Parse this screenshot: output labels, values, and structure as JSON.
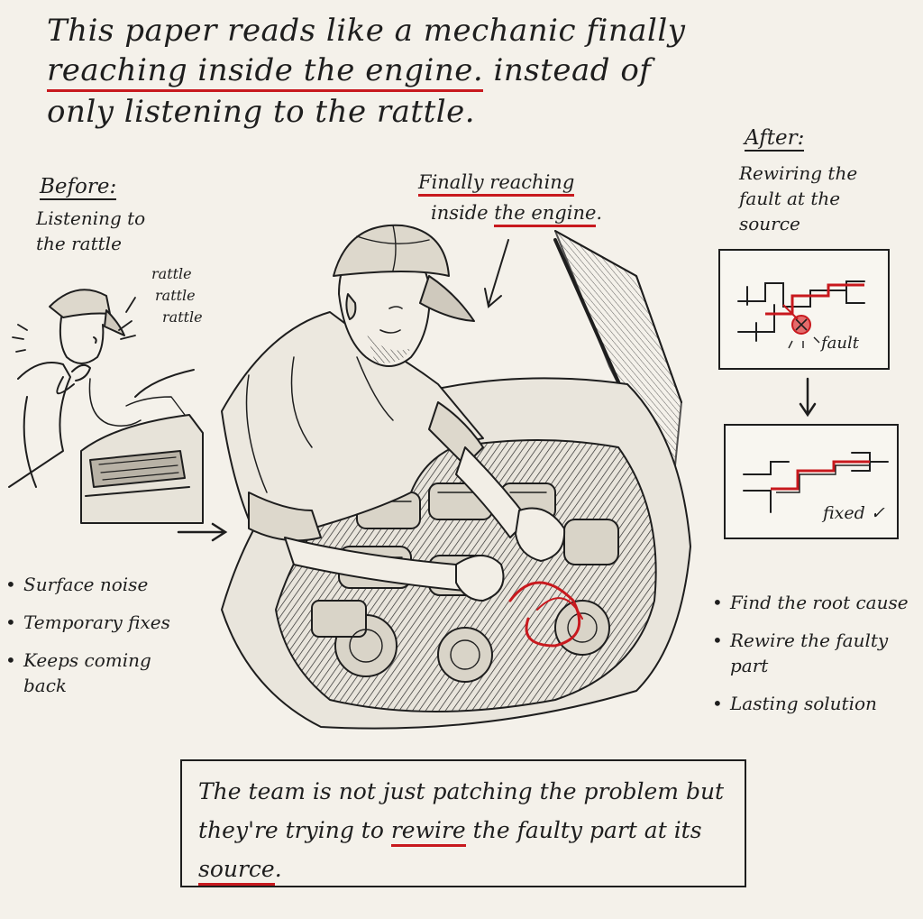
{
  "headline": {
    "line1": "This paper reads like a mechanic finally",
    "line2_underlined": "reaching inside the engine.",
    "line2_rest": " instead of",
    "line3": "only listening to the rattle."
  },
  "before": {
    "title": "Before:",
    "subtitle": "Listening to the rattle",
    "sound_words": [
      "rattle",
      "rattle",
      "rattle"
    ],
    "bullets": [
      "Surface noise",
      "Temporary fixes",
      "Keeps coming back"
    ]
  },
  "center": {
    "caption_line1": "Finally reaching",
    "caption_line2_pre": "inside ",
    "caption_line2_underlined": "the engine",
    "caption_line2_post": "."
  },
  "after": {
    "title": "After:",
    "subtitle": "Rewiring the fault at the source",
    "fault_label": "fault",
    "fixed_label": "fixed ✓",
    "bullets": [
      "Find the root cause",
      "Rewire the faulty part",
      "Lasting solution"
    ]
  },
  "quote": {
    "pre": "The team is not just patching the problem but they're trying to ",
    "rewire": "rewire",
    "mid": " the faulty part at its ",
    "source": "source",
    "post": "."
  },
  "colors": {
    "accent_red": "#c8191e",
    "ink": "#1e1e1e",
    "paper": "#f4f1ea"
  }
}
